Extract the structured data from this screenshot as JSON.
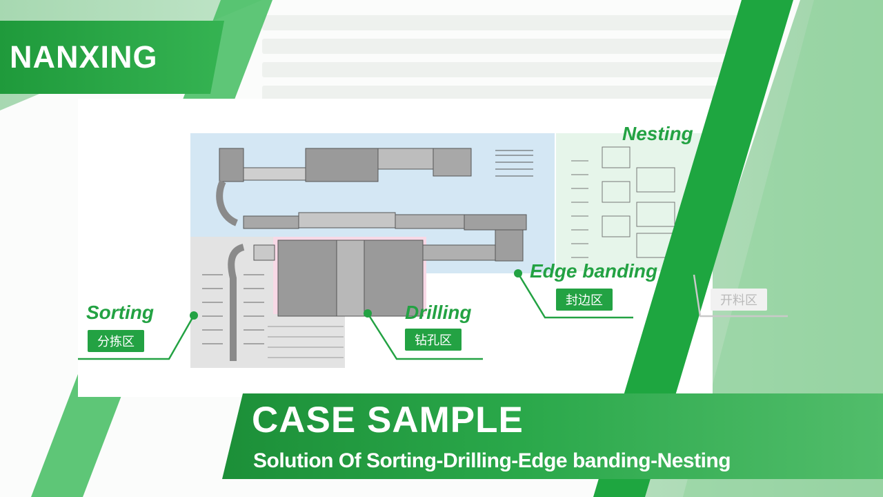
{
  "brand": {
    "logo_text": "NANXING"
  },
  "banner": {
    "title": "CASE SAMPLE",
    "subtitle": "Solution Of Sorting-Drilling-Edge banding-Nesting"
  },
  "zones": {
    "nesting": {
      "label": "Nesting",
      "badge": "开料区"
    },
    "edge_banding": {
      "label": "Edge banding",
      "badge": "封边区"
    },
    "drilling": {
      "label": "Drilling",
      "badge": "钻孔区"
    },
    "sorting": {
      "label": "Sorting",
      "badge": "分拣区"
    }
  },
  "colors": {
    "brand_green": "#23a243",
    "edge_zone": "#d4e7f4",
    "nesting_zone": "#e6f5ea",
    "sorting_zone": "#e3e3e3",
    "drilling_zone": "#f8d9e6"
  }
}
